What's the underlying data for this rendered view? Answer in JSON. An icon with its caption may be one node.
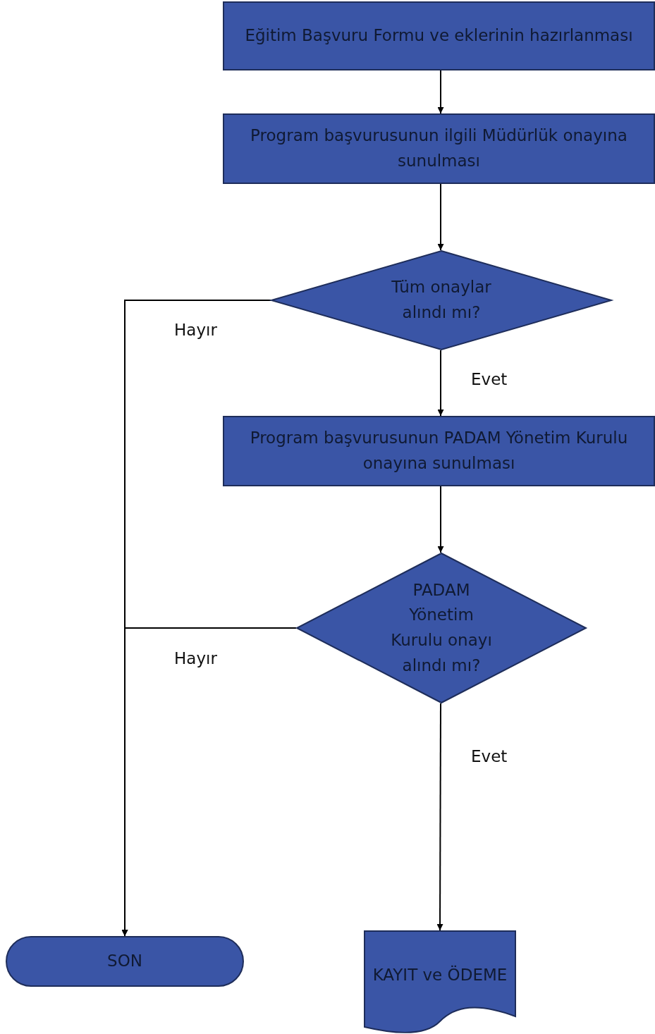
{
  "diagram": {
    "nodes": [
      {
        "text": [
          "Eğitim Başvuru Formu ve eklerinin hazırlanması"
        ]
      },
      {
        "text": [
          "Program başvurusunun ilgili Müdürlük onayına sunulması"
        ]
      },
      {
        "text": [
          "Tüm onaylar alındı mı?"
        ]
      },
      {
        "text": [
          "Program başvurusunun PADAM Yönetim Kurulu onayına sunulması"
        ]
      },
      {
        "text": [
          "PADAM Yönetim Kurulu onayı alındı mı?"
        ]
      },
      {
        "text": [
          "SON"
        ]
      },
      {
        "text": [
          "KAYIT ve ÖDEME"
        ]
      }
    ],
    "edges": [
      {
        "from": 0,
        "to": 1,
        "arrow": "to"
      },
      {
        "from": 1,
        "to": 2,
        "arrow": "to"
      },
      {
        "from": 2,
        "to": 3,
        "arrow": "to",
        "label": "Evet"
      },
      {
        "from": 3,
        "to": 4,
        "arrow": "to"
      },
      {
        "from": 2,
        "to": 5,
        "arrow": "to",
        "label": "Hayır"
      },
      {
        "from": 4,
        "to": 5,
        "arrow": "to",
        "label": "Hayır"
      },
      {
        "from": 4,
        "to": 6,
        "arrow": "to",
        "label": "Evet"
      }
    ]
  }
}
